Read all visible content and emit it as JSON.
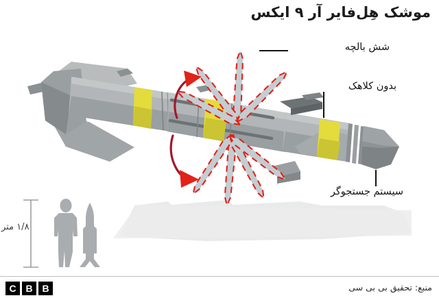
{
  "graphic": {
    "title": "موشک هِل‌فایر آر ۹ ایکس",
    "subject": "Hellfire R9X missile cutaway illustration",
    "labels": {
      "blades": "شش بالچه",
      "no_warhead": "بدون کلاهک",
      "seeker": "سیستم جستجوگر"
    },
    "scale": {
      "length_label": "۱/۸ متر",
      "human_figure": "human-silhouette",
      "missile_figure": "missile-silhouette"
    },
    "icons": {
      "blade_deploy_arrow_top": "curved-arrow-up-icon",
      "blade_deploy_arrow_bottom": "curved-arrow-down-icon"
    },
    "colors": {
      "body_light": "#b9bcbd",
      "body_mid": "#9a9fa1",
      "body_dark": "#7e8486",
      "body_darker": "#6d7375",
      "band_yellow": "#e4dc3c",
      "blade_fill": "#c3cdd2",
      "blade_outline": "#e2231a",
      "arrow_red": "#c8102e",
      "shadow_gray": "#e9eaea",
      "silhouette_gray": "#a9adaf",
      "leader_black": "#111111",
      "text_black": "#1c1c1c"
    }
  },
  "footer": {
    "logo_letters": [
      "B",
      "B",
      "C"
    ],
    "source": "منبع: تحقیق بی بی سی"
  }
}
